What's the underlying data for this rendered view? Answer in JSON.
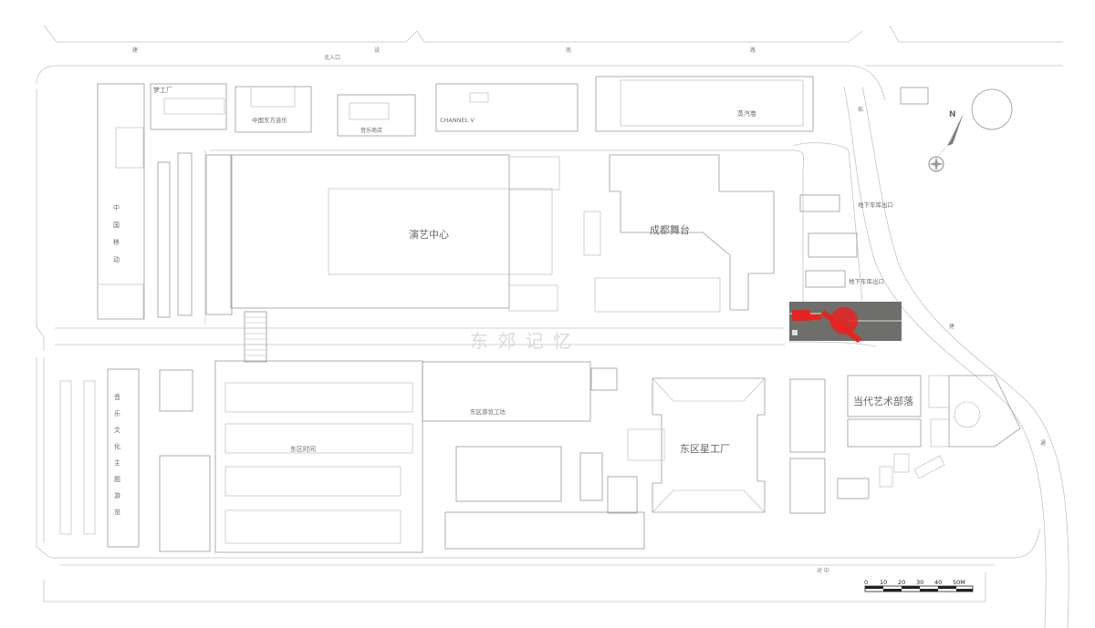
{
  "map": {
    "roads": {
      "north_jian": "建",
      "north_she": "设",
      "north_nan": "南",
      "north_lu": "路",
      "north_entrance": "北入口",
      "east_jian": "建",
      "east_ju": "拟",
      "east_tong": "通",
      "south_label": "对 中"
    },
    "buildings": {
      "performance_center": "演艺中心",
      "chengdu_stage": "成都舞台",
      "east_star_factory": "东区星工厂",
      "contemporary_art": "当代艺术部落",
      "east_district_time": "东区时间",
      "east_tour_workshop": "东区游览工坊",
      "dream_factory": "梦工厂",
      "channel_v": "CHANNEL  V",
      "zhong_acoustic": "中国东方音乐",
      "music_store": "音乐商店",
      "china_mobile": [
        "中",
        "国",
        "移",
        "动"
      ],
      "music_culture_street": [
        "音",
        "乐",
        "文",
        "化",
        "主",
        "题",
        "游",
        "览"
      ],
      "hot_shop": "蒸汽卷"
    },
    "watermark": "东  郊  记  忆",
    "parking_entrance_1": "地下车库出口",
    "parking_entrance_2": "地下车库出口",
    "north_arrow": "N",
    "scale_bar": {
      "ticks": [
        "0",
        "10",
        "20",
        "30",
        "40",
        "50M"
      ]
    },
    "highlight_color": "#e8231f",
    "site_panel_color": "#6e6e6a"
  }
}
